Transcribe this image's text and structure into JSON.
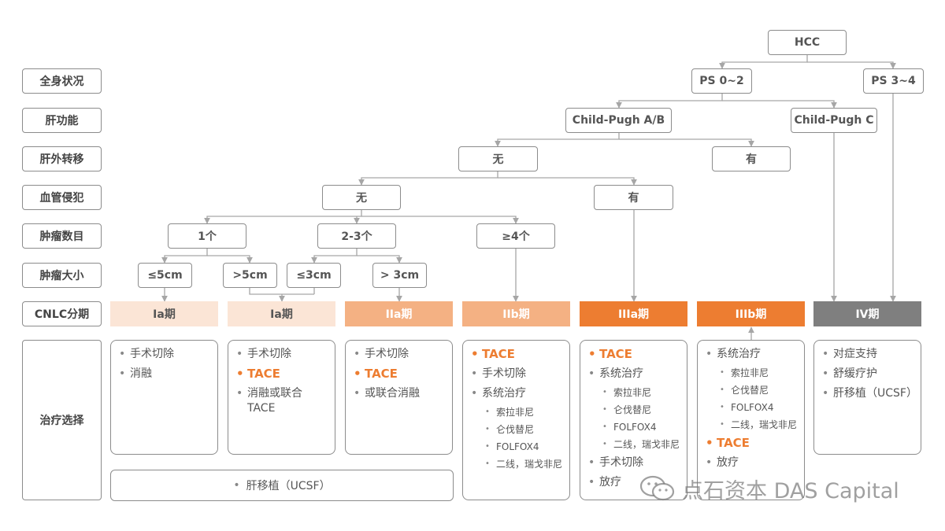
{
  "colors": {
    "line": "#a6a6a6",
    "border": "#8c8c8c",
    "stage_light": "#fbe5d6",
    "stage_mid": "#f4b183",
    "stage_dark": "#ed7d31",
    "stage_gray": "#7f7f7f",
    "orange_text": "#ed7d31"
  },
  "row_labels": {
    "ps": "全身状况",
    "liver": "肝功能",
    "meta": "肝外转移",
    "vascular": "血管侵犯",
    "count": "肿瘤数目",
    "size": "肿瘤大小",
    "stage": "CNLC分期",
    "treatment": "治疗选择"
  },
  "nodes": {
    "hcc": "HCC",
    "ps02": "PS 0~2",
    "ps34": "PS 3~4",
    "childab": "Child-Pugh A/B",
    "childc": "Child-Pugh C",
    "meta_no": "无",
    "meta_yes": "有",
    "vasc_no": "无",
    "vasc_yes": "有",
    "count1": "1个",
    "count23": "2-3个",
    "count4": "≥4个",
    "size_le5": "≤5cm",
    "size_gt5": ">5cm",
    "size_le3": "≤3cm",
    "size_gt3": "> 3cm"
  },
  "stages": [
    "Ia期",
    "Ia期",
    "IIa期",
    "IIb期",
    "IIIa期",
    "IIIb期",
    "IV期"
  ],
  "treatments": [
    [
      {
        "t": "手术切除"
      },
      {
        "t": "消融"
      }
    ],
    [
      {
        "t": "手术切除"
      },
      {
        "t": "TACE",
        "hl": true
      },
      {
        "t": "消融或联合TACE"
      }
    ],
    [
      {
        "t": "手术切除"
      },
      {
        "t": "TACE",
        "hl": true
      },
      {
        "t": "或联合消融"
      }
    ],
    [
      {
        "t": "TACE",
        "hl": true
      },
      {
        "t": "手术切除"
      },
      {
        "t": "系统治疗"
      },
      {
        "t": "索拉非尼",
        "sub": true
      },
      {
        "t": "仑伐替尼",
        "sub": true
      },
      {
        "t": "FOLFOX4",
        "sub": true
      },
      {
        "t": "二线，瑞戈非尼",
        "sub": true
      }
    ],
    [
      {
        "t": "TACE",
        "hl": true
      },
      {
        "t": "系统治疗"
      },
      {
        "t": "索拉非尼",
        "sub": true
      },
      {
        "t": "仑伐替尼",
        "sub": true
      },
      {
        "t": "FOLFOX4",
        "sub": true
      },
      {
        "t": "二线，瑞戈非尼",
        "sub": true
      },
      {
        "t": "手术切除"
      },
      {
        "t": "放疗"
      }
    ],
    [
      {
        "t": "系统治疗"
      },
      {
        "t": "索拉非尼",
        "sub": true
      },
      {
        "t": "仑伐替尼",
        "sub": true
      },
      {
        "t": "FOLFOX4",
        "sub": true
      },
      {
        "t": "二线，瑞戈非尼",
        "sub": true
      },
      {
        "t": "TACE",
        "hl": true
      },
      {
        "t": "放疗"
      }
    ],
    [
      {
        "t": "对症支持"
      },
      {
        "t": "舒缓疗护"
      },
      {
        "t": "肝移植（UCSF）"
      }
    ]
  ],
  "transplant": "肝移植（UCSF）",
  "watermark": "点石资本 DAS Capital"
}
